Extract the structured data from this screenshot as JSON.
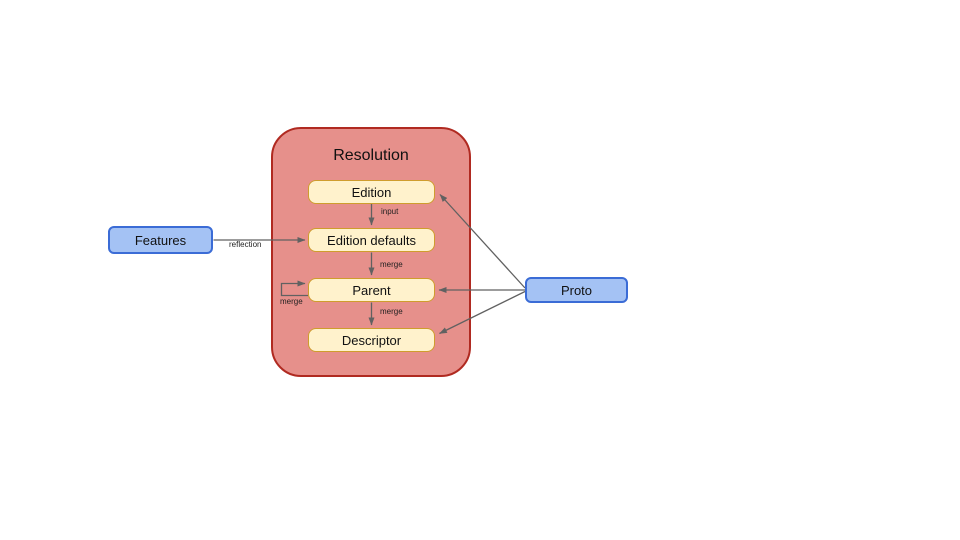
{
  "colors": {
    "container-fill": "#e6908b",
    "container-border": "#b02a21",
    "node-fill": "#fff2cc",
    "node-border": "#cf9d2d",
    "blue-fill": "#a4c2f4",
    "blue-border": "#3b6cd6",
    "arrow": "#616161"
  },
  "diagram": {
    "title": "Resolution",
    "nodes": {
      "edition": "Edition",
      "edition_defaults": "Edition defaults",
      "parent": "Parent",
      "descriptor": "Descriptor",
      "features": "Features",
      "proto": "Proto"
    },
    "edge_labels": {
      "input": "input",
      "merge_defaults_to_parent": "merge",
      "merge_parent_self": "merge",
      "merge_parent_to_descriptor": "merge",
      "reflection": "reflection"
    },
    "edges": [
      {
        "from": "Edition",
        "to": "Edition defaults",
        "label": "input"
      },
      {
        "from": "Edition defaults",
        "to": "Parent",
        "label": "merge"
      },
      {
        "from": "Parent",
        "to": "Parent",
        "label": "merge"
      },
      {
        "from": "Parent",
        "to": "Descriptor",
        "label": "merge"
      },
      {
        "from": "Features",
        "to": "Edition defaults",
        "label": "reflection"
      },
      {
        "from": "Proto",
        "to": "Edition",
        "label": ""
      },
      {
        "from": "Proto",
        "to": "Parent",
        "label": ""
      },
      {
        "from": "Proto",
        "to": "Descriptor",
        "label": ""
      }
    ]
  }
}
